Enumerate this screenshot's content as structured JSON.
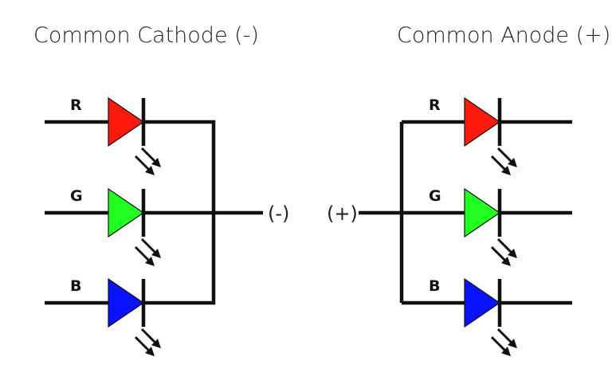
{
  "diagrams": [
    {
      "title": "Common Cathode (-)",
      "terminal": "(-)",
      "leds": [
        {
          "label": "R",
          "color": "#ff1a10"
        },
        {
          "label": "G",
          "color": "#22ff22"
        },
        {
          "label": "B",
          "color": "#0a12ff"
        }
      ]
    },
    {
      "title": "Common Anode (+)",
      "terminal": "(+)",
      "leds": [
        {
          "label": "R",
          "color": "#ff1a10"
        },
        {
          "label": "G",
          "color": "#22ff22"
        },
        {
          "label": "B",
          "color": "#0a12ff"
        }
      ]
    }
  ]
}
